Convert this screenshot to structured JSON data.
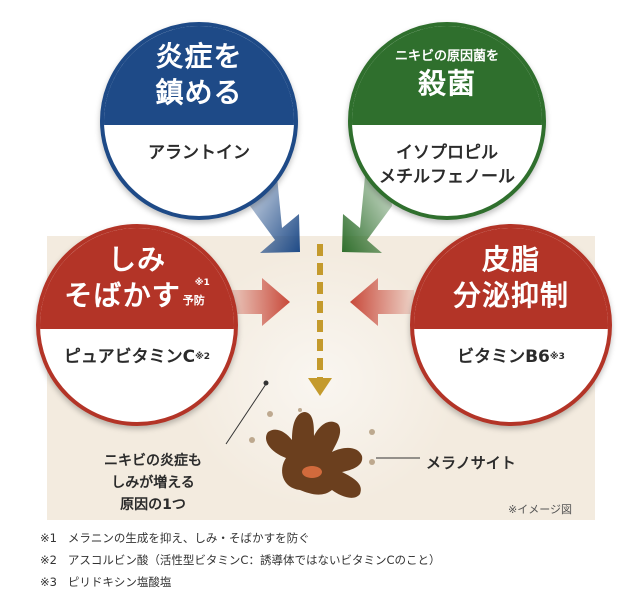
{
  "circles": {
    "inflammation": {
      "title_l1": "炎症を",
      "title_l2": "鎮める",
      "ingredient": "アラントイン",
      "color": "#1e4a87"
    },
    "sterilize": {
      "title_l1": "ニキビの原因菌を",
      "title_l2": "殺菌",
      "ingredient_l1": "イソプロピル",
      "ingredient_l2": "メチルフェノール",
      "color": "#2f6f2d"
    },
    "spots": {
      "title_l1": "しみ",
      "title_l2": "そばかす",
      "yobo": "予防",
      "note": "※1",
      "ingredient": "ピュアビタミンC",
      "ingredient_note": "※2",
      "color": "#b33427"
    },
    "sebum": {
      "title_l1": "皮脂",
      "title_l2": "分泌抑制",
      "ingredient": "ビタミンB6",
      "ingredient_note": "※3",
      "color": "#b33427"
    }
  },
  "cause_text": {
    "l1": "ニキビの炎症も",
    "l2": "しみが増える",
    "l3": "原因の1つ"
  },
  "melanocyte_label": "メラノサイト",
  "image_note": "※イメージ図",
  "footnotes": [
    {
      "mark": "※1",
      "text": "メラニンの生成を抑え、しみ・そばかすを防ぐ"
    },
    {
      "mark": "※2",
      "text": "アスコルビン酸（活性型ビタミンC：誘導体ではないビタミンCのこと）"
    },
    {
      "mark": "※3",
      "text": "ピリドキシン塩酸塩"
    }
  ]
}
